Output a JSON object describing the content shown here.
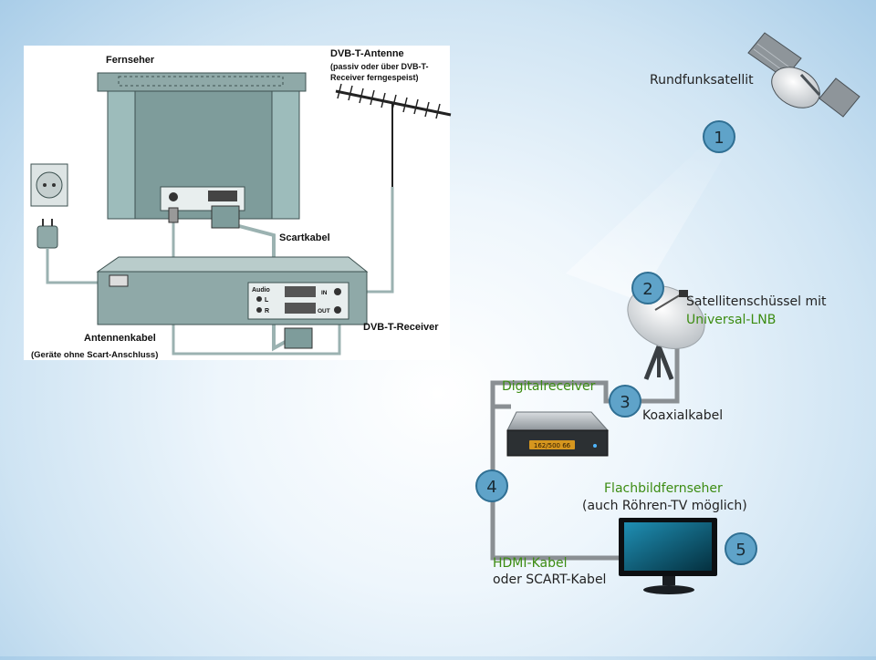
{
  "left_diagram": {
    "label_tv": "Fernseher",
    "label_antenna_line1": "DVB-T-Antenne",
    "label_antenna_line2": "(passiv oder über DVB-T-",
    "label_antenna_line3": "Receiver ferngespeist)",
    "label_scart": "Scartkabel",
    "label_receiver": "DVB-T-Receiver",
    "label_antcable_line1": "Antennenkabel",
    "label_antcable_line2": "(Geräte ohne Scart-Anschluss)",
    "label_audio": "Audio",
    "label_audio_l": "L",
    "label_audio_r": "R",
    "label_in": "IN",
    "label_out": "OUT"
  },
  "right_diagram": {
    "label_satellite": "Rundfunksatellit",
    "label_dish_line1": "Satellitenschüssel mit",
    "label_dish_line2": "Universal-LNB",
    "label_receiver": "Digitalreceiver",
    "label_coax": "Koaxialkabel",
    "label_display": "162/500 66",
    "label_tv_line1": "Flachbildfernseher",
    "label_tv_line2": "(auch Röhren-TV möglich)",
    "label_cable_line1": "HDMI-Kabel",
    "label_cable_line2": "oder SCART-Kabel",
    "step_numbers": [
      "1",
      "2",
      "3",
      "4",
      "5"
    ],
    "colors": {
      "badge_fill": "#5fa3c9",
      "badge_stroke": "#2f6f93",
      "green_text": "#3c8c12",
      "cable": "#8a8f93"
    }
  }
}
